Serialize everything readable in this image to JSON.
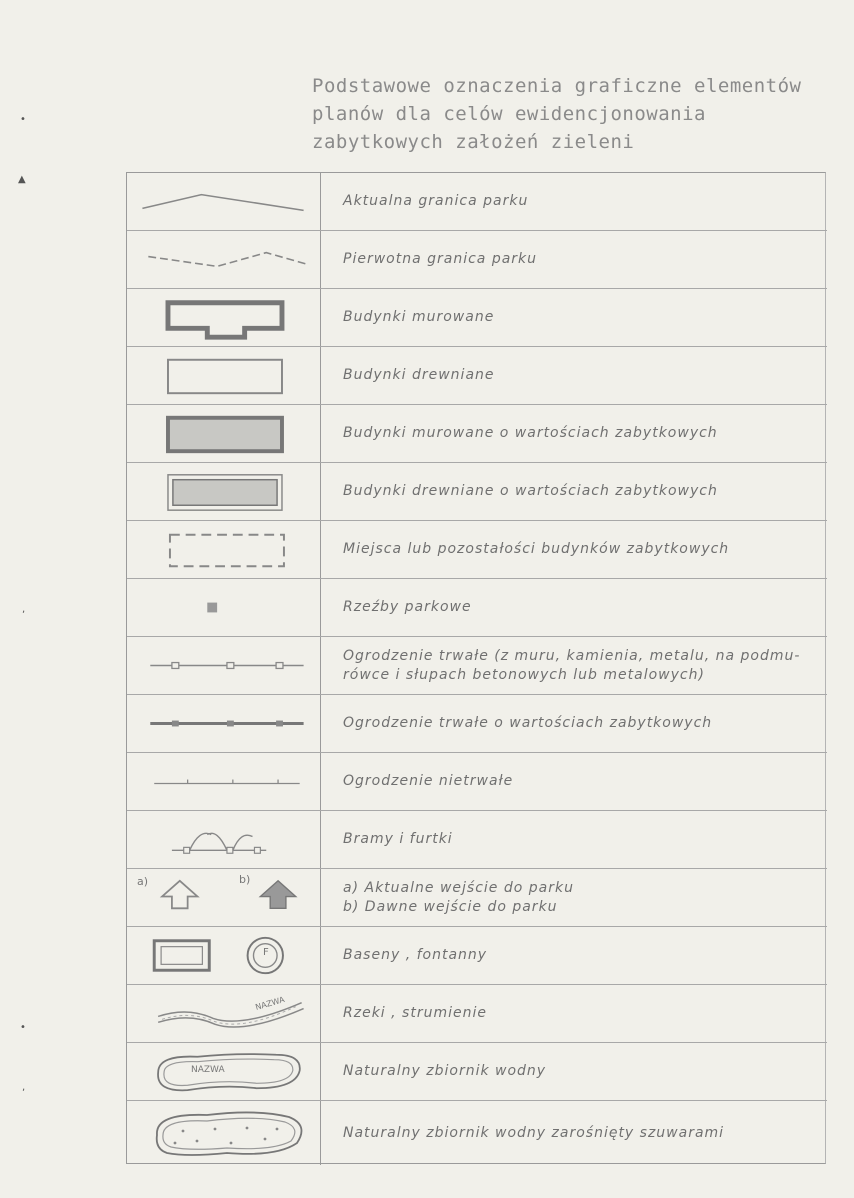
{
  "title": {
    "line1": "Podstawowe oznaczenia graficzne elementów",
    "line2": "planów dla celów ewidencjonowania",
    "line3": "zabytkowych założeń zieleni"
  },
  "legend": [
    {
      "id": "aktualna-granica",
      "lines": [
        "Aktualna granica parku"
      ]
    },
    {
      "id": "pierwotna-granica",
      "lines": [
        "Pierwotna granica parku"
      ]
    },
    {
      "id": "budynki-murowane",
      "lines": [
        "Budynki murowane"
      ]
    },
    {
      "id": "budynki-drewniane",
      "lines": [
        "Budynki drewniane"
      ]
    },
    {
      "id": "budynki-murowane-zabytkowe",
      "lines": [
        "Budynki murowane o wartościach zabytkowych"
      ]
    },
    {
      "id": "budynki-drewniane-zabytkowe",
      "lines": [
        "Budynki drewniane o wartościach zabytkowych"
      ]
    },
    {
      "id": "miejsca-pozostalosci",
      "lines": [
        "Miejsca lub pozostałości budynków zabytkowych"
      ]
    },
    {
      "id": "rzezby",
      "lines": [
        "Rzeźby parkowe"
      ]
    },
    {
      "id": "ogrodzenie-trwale",
      "lines": [
        "Ogrodzenie trwałe (z muru, kamienia, metalu, na podmu-",
        "rówce i słupach betonowych lub metalowych)"
      ]
    },
    {
      "id": "ogrodzenie-zabytkowe",
      "lines": [
        "Ogrodzenie trwałe o wartościach zabytkowych"
      ]
    },
    {
      "id": "ogrodzenie-nietrwale",
      "lines": [
        "Ogrodzenie nietrwałe"
      ]
    },
    {
      "id": "bramy",
      "lines": [
        "Bramy i furtki"
      ]
    },
    {
      "id": "wejscia",
      "lines": [
        "a) Aktualne wejście do parku",
        "b) Dawne wejście do parku"
      ]
    },
    {
      "id": "baseny",
      "lines": [
        "Baseny , fontanny"
      ]
    },
    {
      "id": "rzeki",
      "lines": [
        "Rzeki , strumienie"
      ]
    },
    {
      "id": "zbiornik",
      "lines": [
        "Naturalny zbiornik wodny"
      ]
    },
    {
      "id": "zbiornik-zarosniety",
      "lines": [
        "Naturalny zbiornik wodny zarośnięty szuwarami"
      ]
    }
  ],
  "symbol_text": {
    "label_a": "a)",
    "label_b": "b)",
    "fountain_letter": "F",
    "river_name": "NAZWA",
    "lake_name": "NAZWA"
  },
  "colors": {
    "paper": "#f1f0ea",
    "ink": "#6a6a6a",
    "grid": "#9a9a9a"
  }
}
